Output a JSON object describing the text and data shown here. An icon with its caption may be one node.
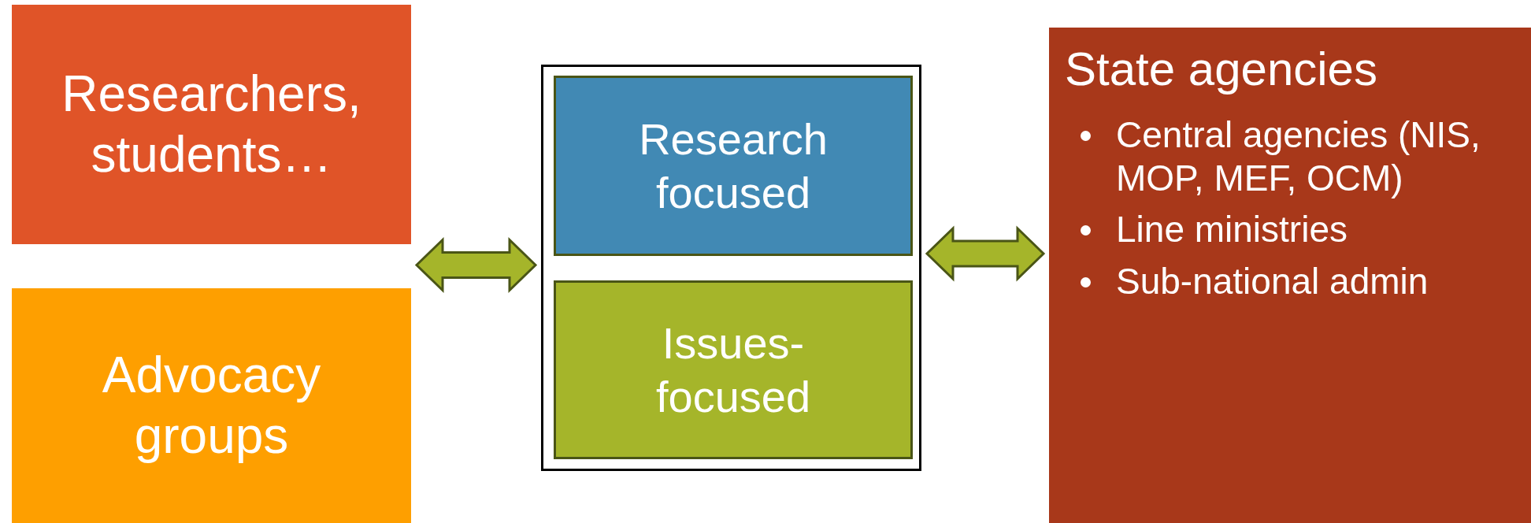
{
  "diagram": {
    "nodes": [
      {
        "text": [
          "Researchers, students…"
        ]
      },
      {
        "text": [
          "Advocacy groups"
        ]
      },
      {
        "text": [],
        "shape": "box"
      },
      {
        "text": [
          "Research focused"
        ],
        "in": 2
      },
      {
        "text": [
          "Issues-focused"
        ],
        "in": 2
      },
      {
        "text": [
          "State agencies",
          "Central agencies (NIS, MOP, MEF, OCM)",
          "Line ministries",
          "Sub-national admin"
        ]
      }
    ],
    "edges": [
      {
        "from": 0,
        "to": 2,
        "arrow": "both"
      },
      {
        "from": 1,
        "to": 2,
        "arrow": "both"
      },
      {
        "from": 2,
        "to": 5,
        "arrow": "both"
      }
    ]
  }
}
